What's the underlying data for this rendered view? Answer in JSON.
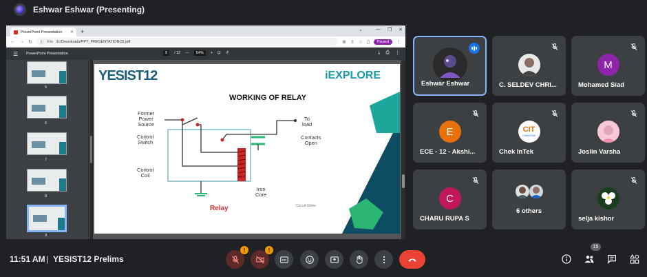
{
  "presenter": {
    "title": "Eshwar Eshwar (Presenting)"
  },
  "browser": {
    "tab_title": "PowerPoint Presentation",
    "address_prefix": "File",
    "address": "E:/Downloads/PPT_PRESENTATION(3).pdf",
    "paused_label": "Paused"
  },
  "pdf": {
    "doc_title": "PowerPoint Presentation",
    "page_current": "9",
    "page_total": "/ 12",
    "zoom": "54%",
    "thumbnails": [
      "5",
      "6",
      "7",
      "8",
      "9"
    ]
  },
  "slide": {
    "logo_left": "YESIST12",
    "logo_right": "iEXPLORE",
    "title": "WORKING OF RELAY",
    "labels": {
      "former_power_source": [
        "Former",
        "Power",
        "Source"
      ],
      "control_switch": [
        "Control",
        "Switch"
      ],
      "control_coil": [
        "Control",
        "Coil"
      ],
      "to_load": [
        "To",
        "load"
      ],
      "contacts_open": [
        "Contacts",
        "Open"
      ],
      "iron_core": [
        "Iron",
        "Core"
      ]
    },
    "relay_label": "Relay",
    "credit": "Circuit Globe"
  },
  "participants": [
    {
      "name": "Eshwar Eshwar",
      "speaking": true,
      "avatar": "photo",
      "color": "#6a5acd"
    },
    {
      "name": "C. SELDEV CHRI...",
      "muted": true,
      "avatar": "photo",
      "color": "#8d6e63"
    },
    {
      "name": "Mohamed Siad",
      "muted": true,
      "initial": "M",
      "color": "#8e24aa"
    },
    {
      "name": "ECE - 12 - Akshi...",
      "muted": true,
      "initial": "E",
      "color": "#e8710a"
    },
    {
      "name": "Chek InTek",
      "muted": true,
      "avatar": "logo",
      "logo_text": "CIT",
      "logo_sub": "ChekInTek",
      "color": "#ffffff"
    },
    {
      "name": "Joslin Varsha",
      "muted": true,
      "avatar": "photo",
      "color": "#f8bbd0"
    },
    {
      "name": "CHARU RUPA S",
      "muted": true,
      "initial": "C",
      "color": "#c2185b"
    },
    {
      "name": "6 others",
      "avatar": "group",
      "color": "#5f6368"
    },
    {
      "name": "selja kishor",
      "muted": true,
      "avatar": "photo",
      "color": "#2e7d32"
    }
  ],
  "bottom": {
    "time": "11:51 AM",
    "separator": "|",
    "meeting_name": "YESIST12 Prelims",
    "participant_count": "15",
    "warning_badge": "!"
  },
  "colors": {
    "accent": "#8ab4f8",
    "end_call": "#ea4335",
    "warning": "#f29900"
  }
}
